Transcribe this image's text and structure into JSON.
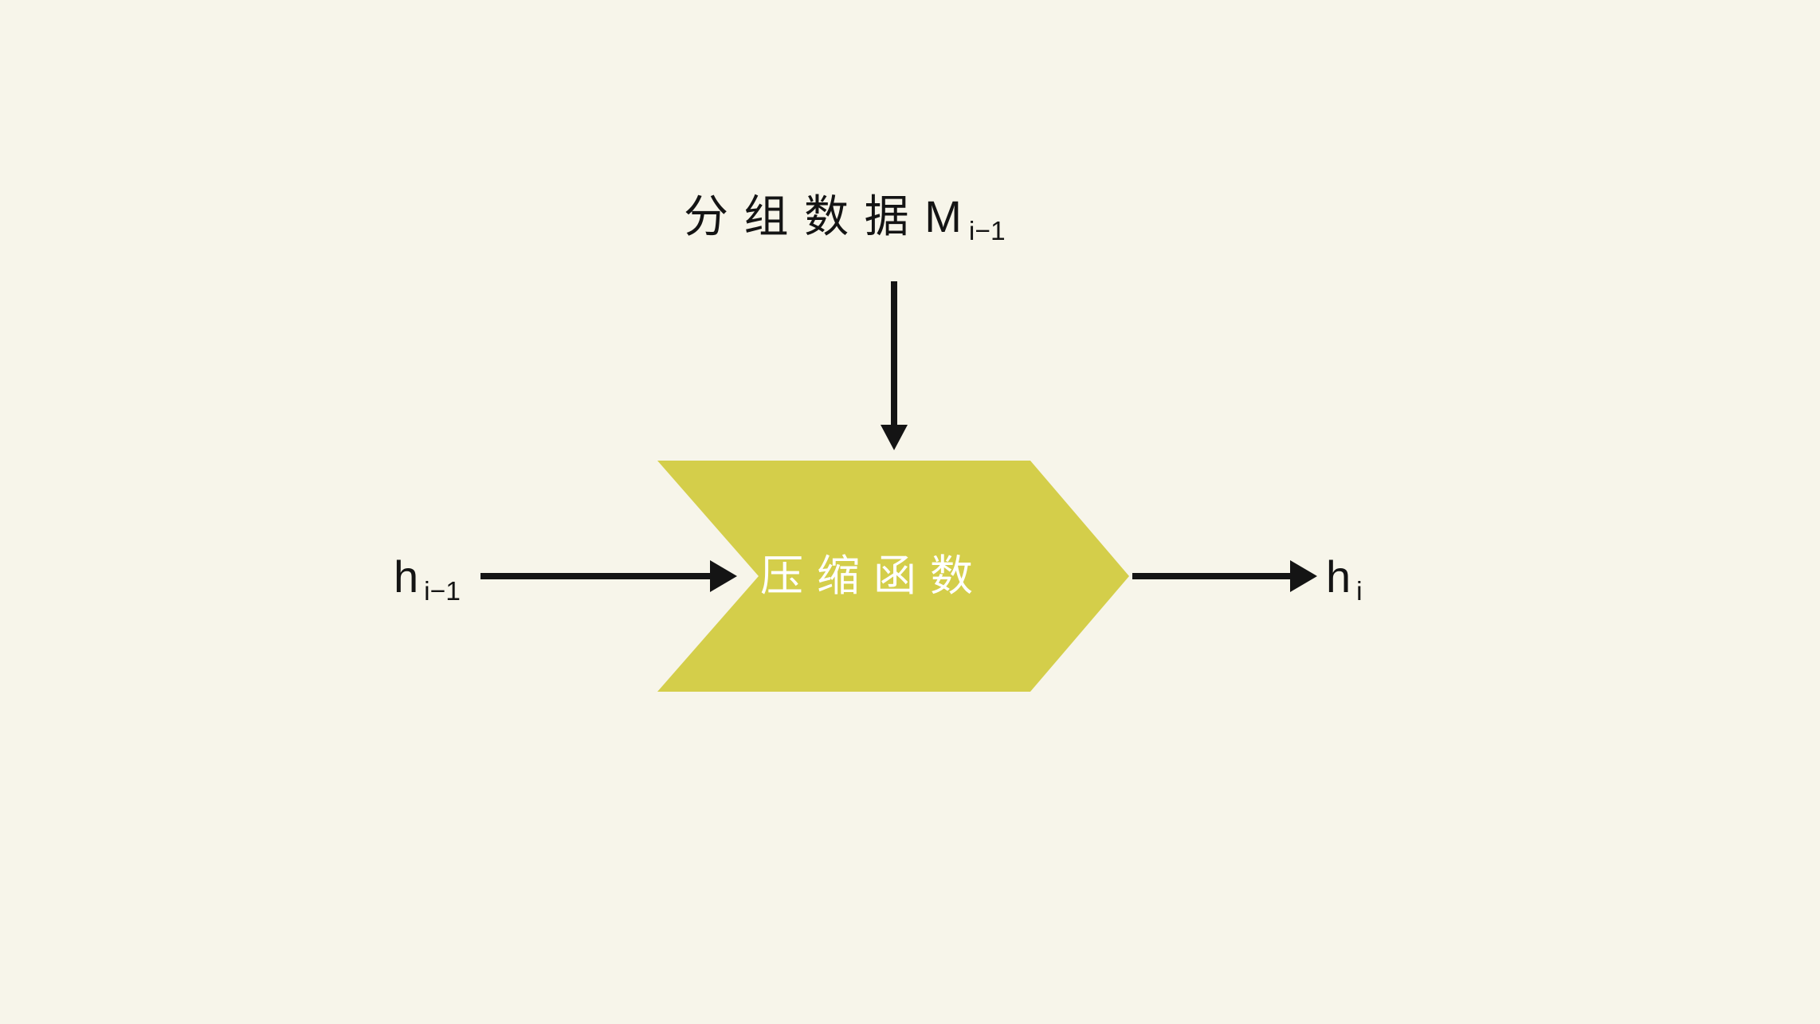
{
  "colors": {
    "background": "#f7f5ea",
    "shape_fill": "#d4ce4a",
    "ink": "#141414",
    "shape_text": "#ffffff"
  },
  "diagram": {
    "block_data_label": {
      "base": "分 组 数 据 M",
      "subscript": "i−1"
    },
    "compression_function_label": "压 缩 函 数",
    "input_state_label": {
      "base": "h",
      "subscript": "i−1"
    },
    "output_state_label": {
      "base": "h",
      "subscript": "i"
    },
    "icons": {
      "block_data_arrow": "arrow-down-icon",
      "input_arrow": "arrow-right-icon",
      "output_arrow": "arrow-right-icon"
    }
  }
}
